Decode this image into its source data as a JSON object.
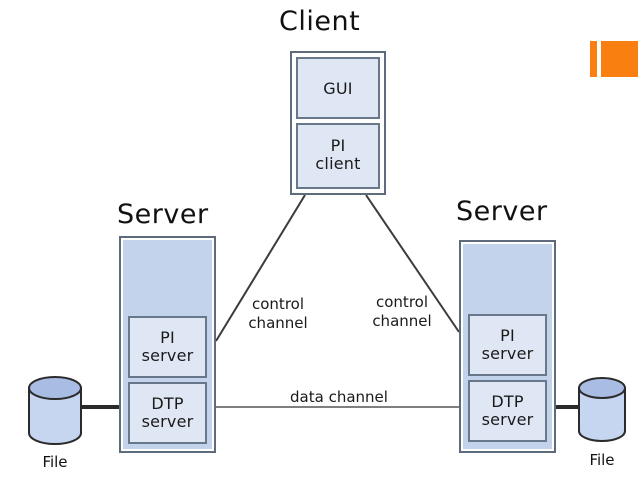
{
  "diagram": {
    "title_client": "Client",
    "title_server_left": "Server",
    "title_server_right": "Server",
    "client": {
      "gui_label": "GUI",
      "pi_label_line1": "PI",
      "pi_label_line2": "client"
    },
    "server_left": {
      "pi_label_line1": "PI",
      "pi_label_line2": "server",
      "dtp_label_line1": "DTP",
      "dtp_label_line2": "server"
    },
    "server_right": {
      "pi_label_line1": "PI",
      "pi_label_line2": "server",
      "dtp_label_line1": "DTP",
      "dtp_label_line2": "server"
    },
    "channels": {
      "control_left_line1": "control",
      "control_left_line2": "channel",
      "control_right_line1": "control",
      "control_right_line2": "channel",
      "data_channel": "data channel"
    },
    "files": {
      "left_label": "File",
      "right_label": "File"
    },
    "colors": {
      "panel_dark": "#c3d3ec",
      "panel_light": "#dfe7f4",
      "border": "#5d6b7d",
      "line": "#3b3b3b",
      "accent_orange": "#f98010",
      "cylinder_top": "#a9bde4",
      "cylinder_body": "#c6d5f0"
    }
  }
}
